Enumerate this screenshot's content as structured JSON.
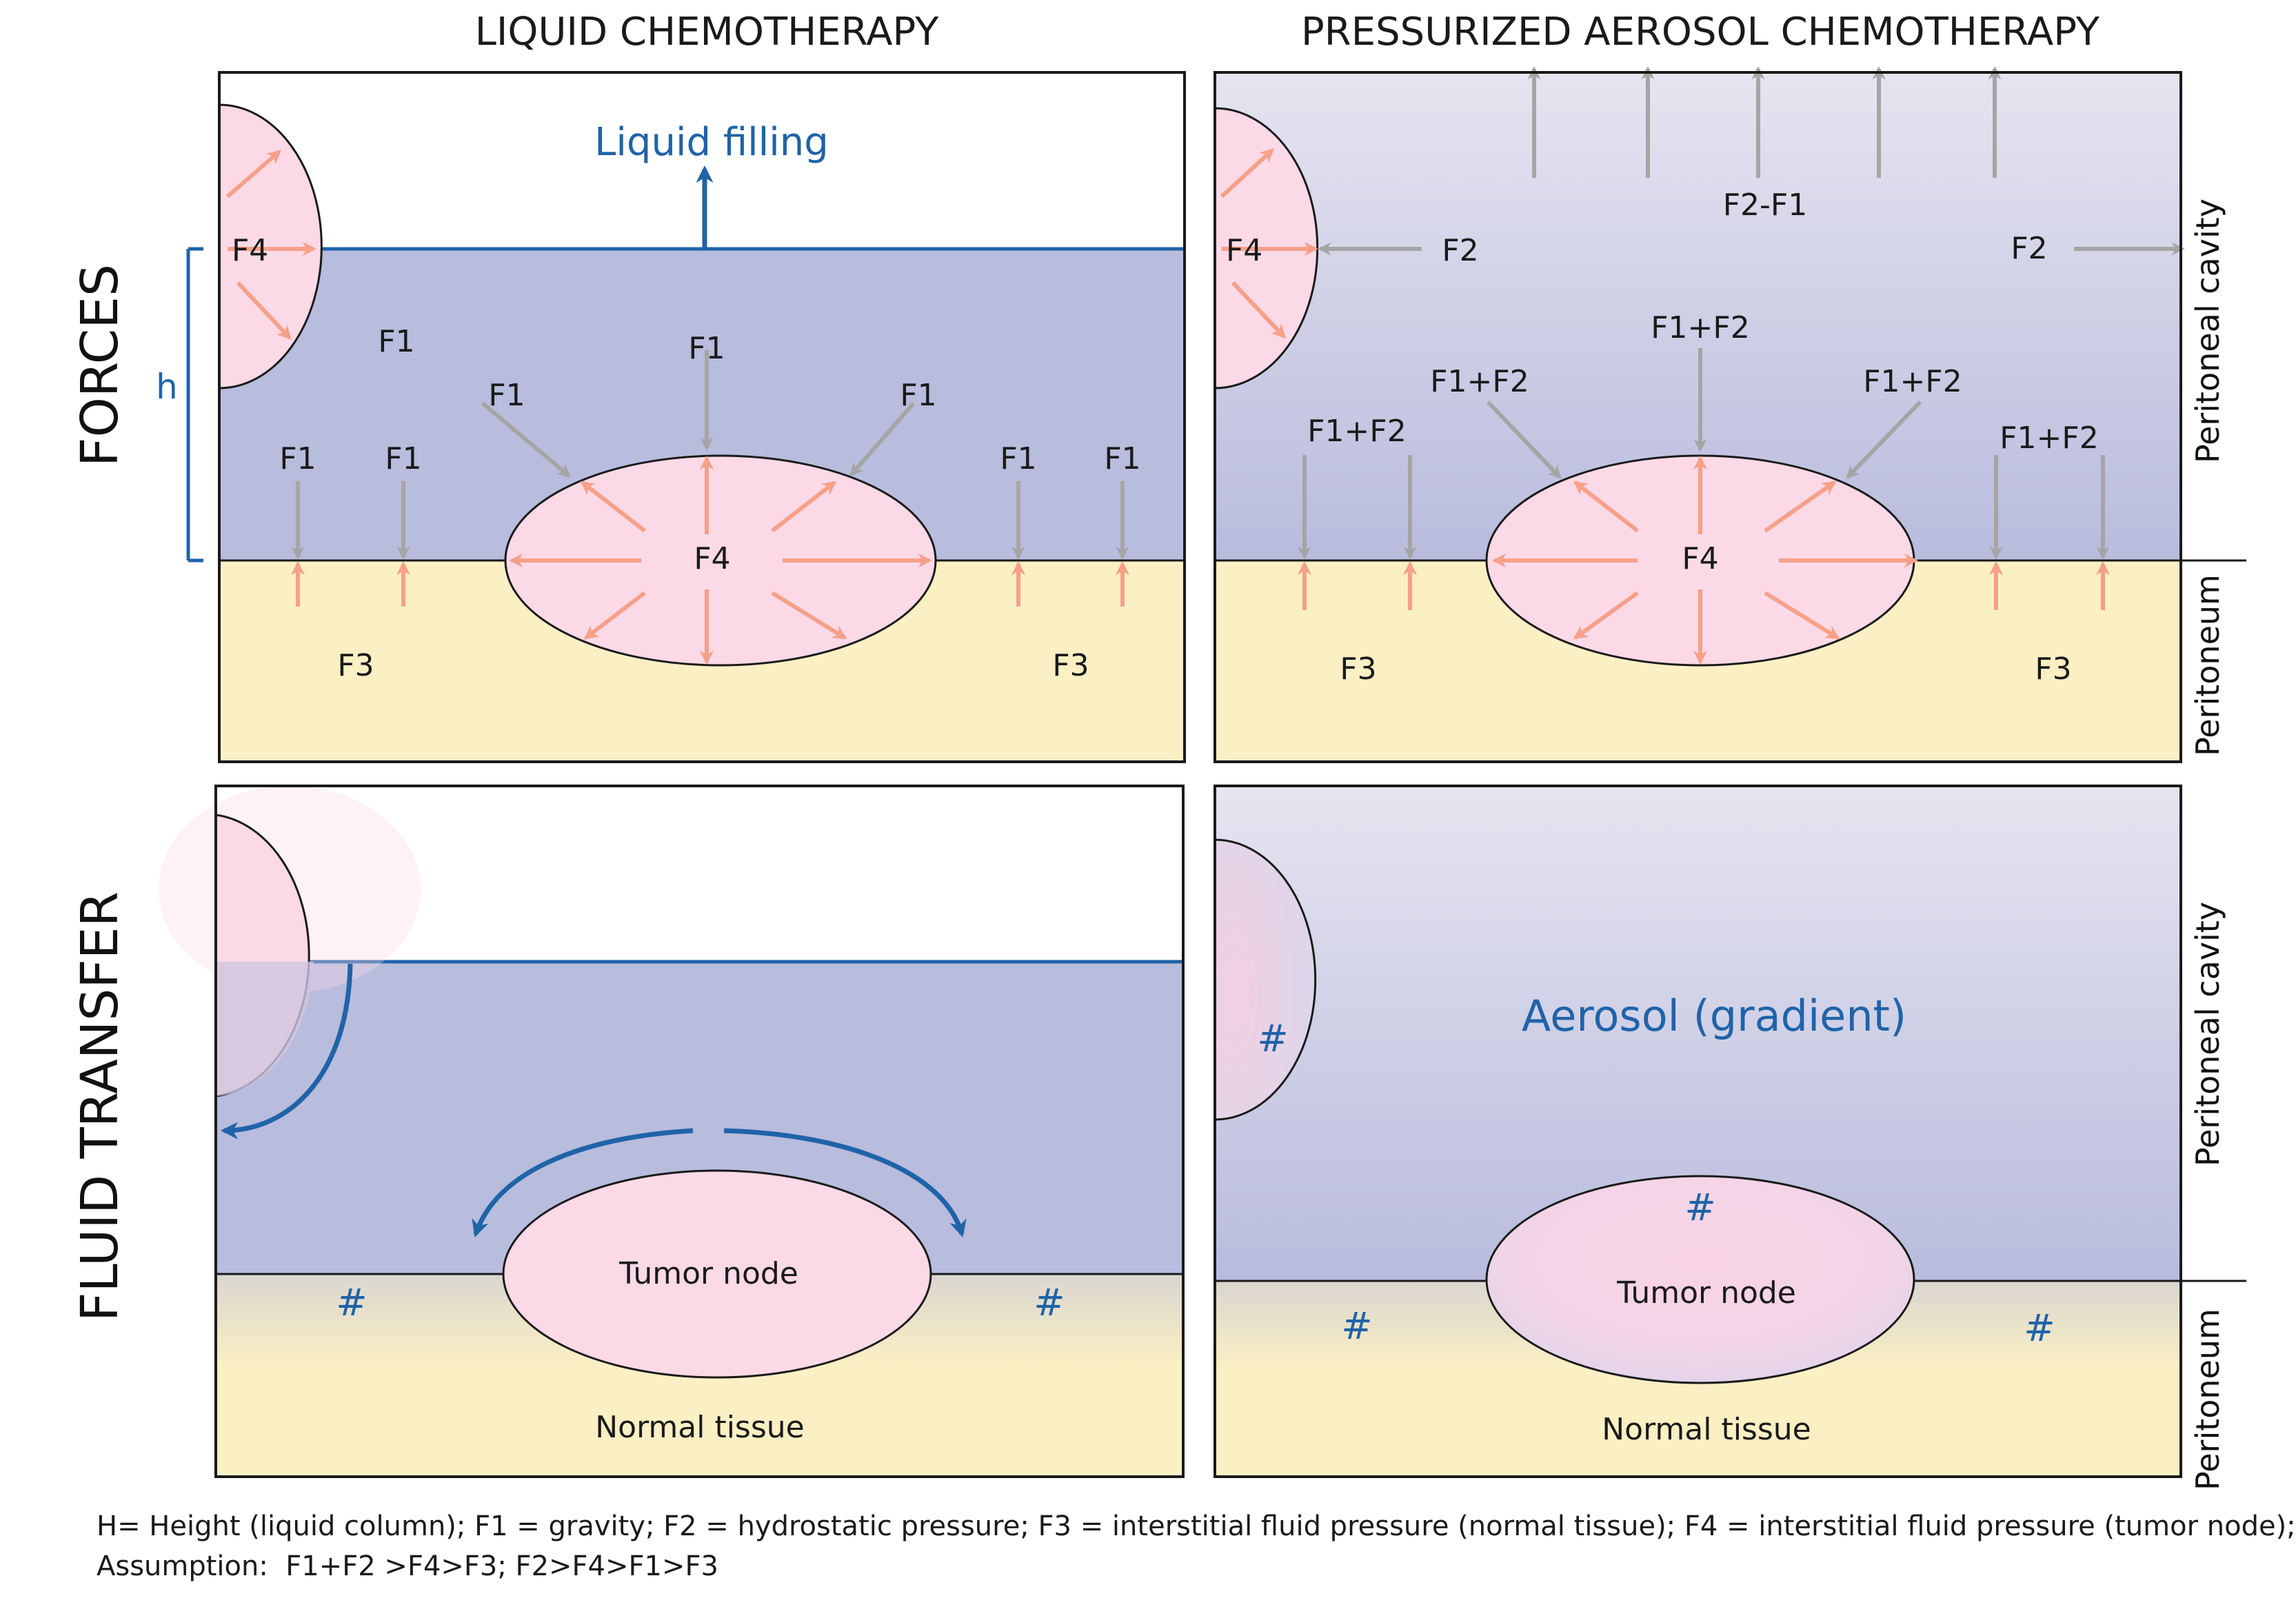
{
  "titles": {
    "liquid": "LIQUID CHEMOTHERAPY",
    "aerosol": "PRESSURIZED AEROSOL CHEMOTHERAPY"
  },
  "row_labels": {
    "forces": "FORCES",
    "fluid_transfer": "FLUID TRANSFER"
  },
  "side_labels": {
    "cavity": "Peritoneal cavity",
    "peritoneum": "Peritoneum"
  },
  "forces_liquid": {
    "filling": "Liquid filling",
    "height": "h",
    "f1": "F1",
    "f3": "F3",
    "f4": "F4"
  },
  "forces_aerosol": {
    "f2_minus_f1": "F2-F1",
    "f2": "F2",
    "f1_plus_f2": "F1+F2",
    "f3": "F3",
    "f4": "F4"
  },
  "transfer": {
    "aerosol_gradient": "Aerosol (gradient)",
    "tumor_node": "Tumor node",
    "normal_tissue": "Normal tissue",
    "hash": "#"
  },
  "footnote": {
    "line1": "H= Height (liquid column); F1 = gravity; F2 = hydrostatic pressure; F3 = interstitial fluid pressure (normal tissue); F4 = interstitial fluid pressure (tumor node);",
    "line2": "Assumption:  F1+F2 >F4>F3; F2>F4>F1>F3"
  },
  "colors": {
    "liquid": "#b8bcdd",
    "aerosol_top": "#e6e4f0",
    "aerosol_bottom": "#b8bcdd",
    "tissue": "#fbefc4",
    "tumor": "#fbd9e7",
    "arrow_grey": "#a5a5a5",
    "arrow_salmon": "#f6a088",
    "accent_blue": "#1f63a8"
  }
}
